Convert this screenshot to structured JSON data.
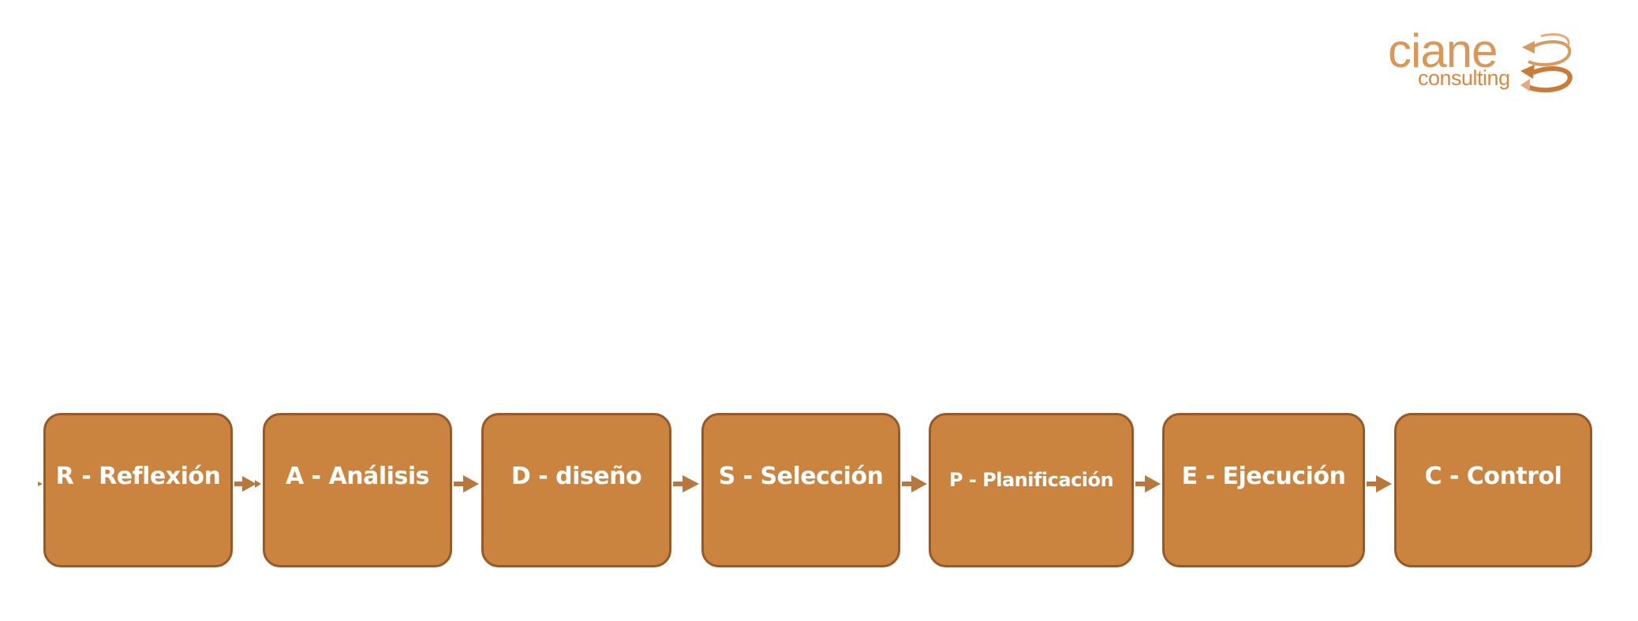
{
  "logo": {
    "brand_top": "ciane",
    "brand_bottom": "consulting",
    "icon": "swirl-arrows-icon",
    "color": "#d48a45"
  },
  "diagram": {
    "type": "process-flow",
    "fill_color": "#cb843f",
    "border_color": "#96592a",
    "text_color": "#ffffff",
    "steps": [
      {
        "label": "R - Reflexión"
      },
      {
        "label": "A - Análisis"
      },
      {
        "label": "D - diseño"
      },
      {
        "label": "S - Selección"
      },
      {
        "label": "P - Planificación"
      },
      {
        "label": "E - Ejecución"
      },
      {
        "label": "C - Control"
      }
    ],
    "connectors": [
      "arrow-right-icon",
      "arrow-right-icon",
      "arrow-right-icon",
      "arrow-right-icon",
      "arrow-right-icon",
      "arrow-right-icon"
    ]
  }
}
